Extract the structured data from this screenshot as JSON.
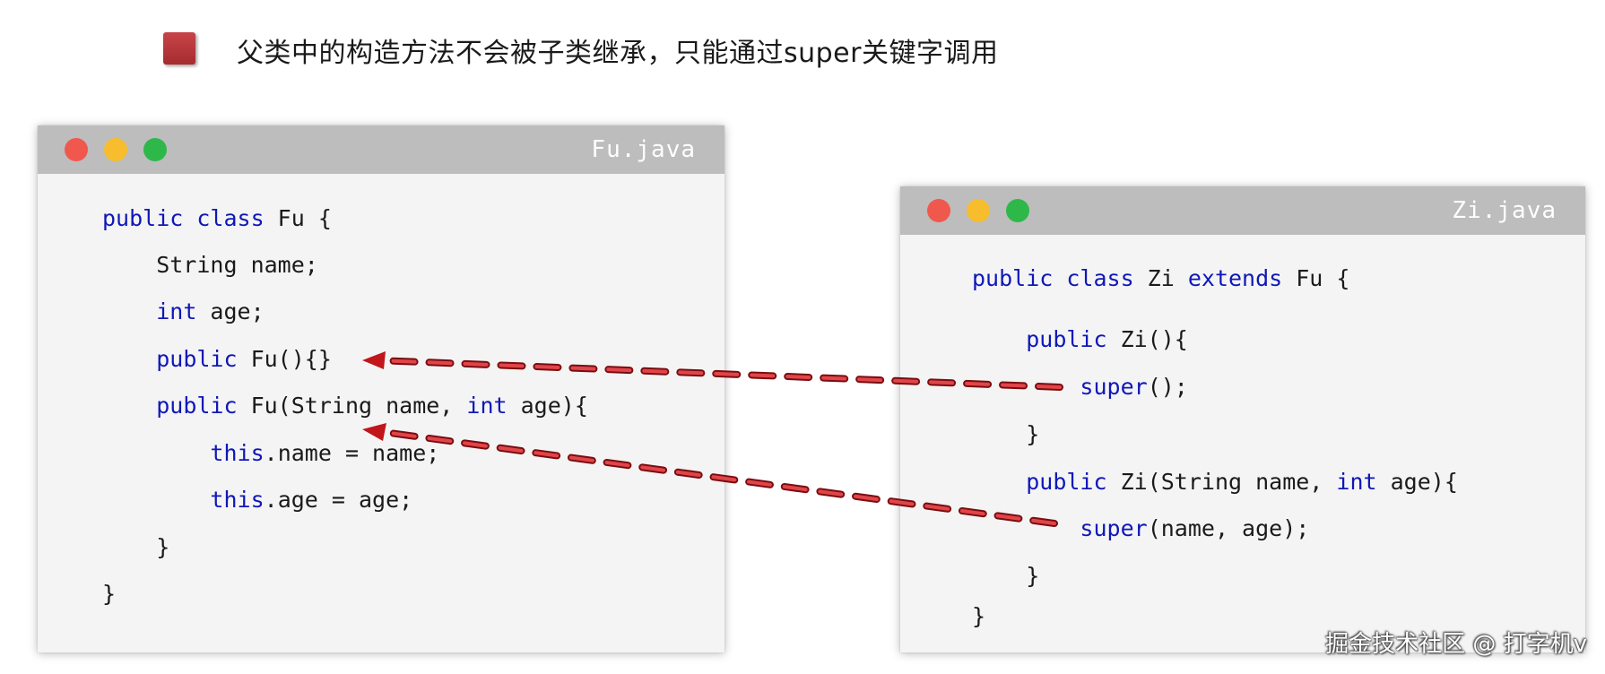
{
  "headline": "父类中的构造方法不会被子类继承，只能通过super关键字调用",
  "colors": {
    "bullet": "#b8363a",
    "keyword": "#0f18b8",
    "arrow": "#c0161c",
    "titlebar": "#bdbdbd"
  },
  "fu": {
    "filename": "Fu.java",
    "lines": [
      [
        {
          "t": "public class",
          "k": 1
        },
        {
          "t": " Fu {"
        }
      ],
      [
        {
          "t": "    String name;"
        }
      ],
      [
        {
          "t": "    "
        },
        {
          "t": "int",
          "k": 1
        },
        {
          "t": " age;"
        }
      ],
      [
        {
          "t": "    "
        },
        {
          "t": "public",
          "k": 1
        },
        {
          "t": " Fu(){}"
        }
      ],
      [
        {
          "t": "    "
        },
        {
          "t": "public",
          "k": 1
        },
        {
          "t": " Fu(String name, "
        },
        {
          "t": "int",
          "k": 1
        },
        {
          "t": " age){"
        }
      ],
      [
        {
          "t": "        "
        },
        {
          "t": "this",
          "k": 1
        },
        {
          "t": ".name = name;"
        }
      ],
      [
        {
          "t": "        "
        },
        {
          "t": "this",
          "k": 1
        },
        {
          "t": ".age = age;"
        }
      ],
      [
        {
          "t": "    }"
        }
      ],
      [
        {
          "t": "}"
        }
      ]
    ]
  },
  "zi": {
    "filename": "Zi.java",
    "lines": [
      [
        {
          "t": "public class",
          "k": 1
        },
        {
          "t": " Zi "
        },
        {
          "t": "extends",
          "k": 1
        },
        {
          "t": " Fu {"
        }
      ],
      [
        {
          "t": "    "
        },
        {
          "t": "public",
          "k": 1
        },
        {
          "t": " Zi(){"
        }
      ],
      [
        {
          "t": "        "
        },
        {
          "t": "super",
          "k": 1
        },
        {
          "t": "();"
        }
      ],
      [
        {
          "t": "    }"
        }
      ],
      [
        {
          "t": "    "
        },
        {
          "t": "public",
          "k": 1
        },
        {
          "t": " Zi(String name, "
        },
        {
          "t": "int",
          "k": 1
        },
        {
          "t": " age){"
        }
      ],
      [
        {
          "t": "        "
        },
        {
          "t": "super",
          "k": 1
        },
        {
          "t": "(name, age);"
        }
      ],
      [
        {
          "t": "    }"
        }
      ],
      [
        {
          "t": "}"
        }
      ]
    ]
  },
  "window_controls": [
    "close-dot",
    "minimize-dot",
    "maximize-dot"
  ],
  "watermark": "掘金技术社区 @ 打字机v"
}
